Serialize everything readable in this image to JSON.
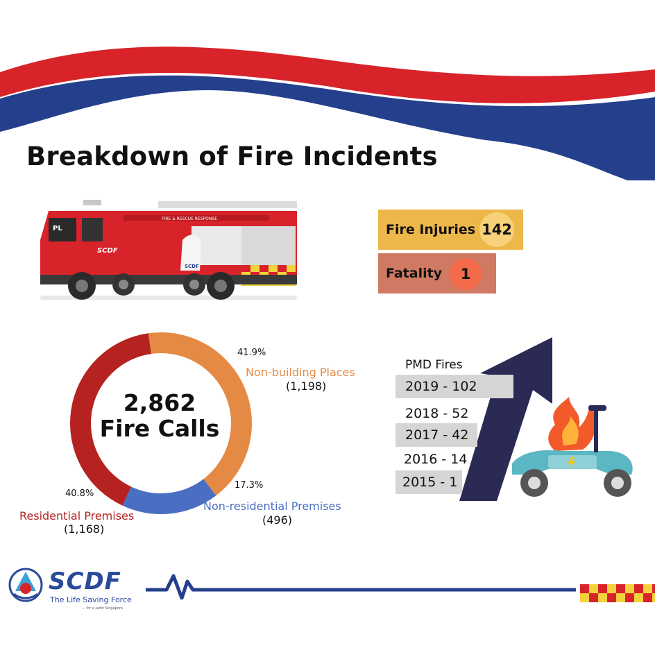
{
  "title": "Breakdown of Fire Incidents",
  "stats": {
    "injuries_label": "Fire Injuries",
    "injuries_value": "142",
    "fatality_label": "Fatality",
    "fatality_value": "1"
  },
  "truck": {
    "banner_text": "FIRE & RESCUE RESPONSE",
    "cab_text": "PL",
    "logo_text": "SCDF",
    "moto_text": "SCDF"
  },
  "donut": {
    "center_value": "2,862",
    "center_label": "Fire Calls",
    "segments": [
      {
        "label": "Non-building Places",
        "percent": "41.9%",
        "count": "(1,198)",
        "value": 1198,
        "color": "#e58a44"
      },
      {
        "label": "Non-residential Premises",
        "percent": "17.3%",
        "count": "(496)",
        "value": 496,
        "color": "#4a6fc2"
      },
      {
        "label": "Residential Premises",
        "percent": "40.8%",
        "count": "(1,168)",
        "value": 1168,
        "color": "#b5221f"
      }
    ]
  },
  "pmd": {
    "title": "PMD Fires",
    "rows": [
      "2019 - 102",
      "2018 - 52",
      "2017 - 42",
      "2016 - 14",
      "2015 - 1"
    ]
  },
  "footer": {
    "brand": "SCDF",
    "tagline": "The Life Saving Force",
    "subtag": "... for a safer Singapore"
  },
  "colors": {
    "red": "#d8232a",
    "blue": "#243f8c",
    "navy": "#2a2a55"
  }
}
